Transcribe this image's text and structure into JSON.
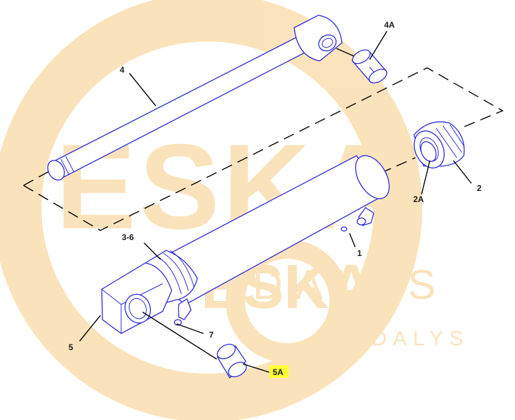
{
  "diagram": {
    "callouts": [
      {
        "id": "label-4a",
        "text": "4A",
        "highlight": false
      },
      {
        "id": "label-4",
        "text": "4",
        "highlight": false
      },
      {
        "id": "label-2",
        "text": "2",
        "highlight": false
      },
      {
        "id": "label-2a",
        "text": "2A",
        "highlight": false
      },
      {
        "id": "label-1",
        "text": "1",
        "highlight": false
      },
      {
        "id": "label-3-6",
        "text": "3-6",
        "highlight": false
      },
      {
        "id": "label-7",
        "text": "7",
        "highlight": false
      },
      {
        "id": "label-5",
        "text": "5",
        "highlight": false
      },
      {
        "id": "label-5a",
        "text": "5A",
        "highlight": true
      }
    ],
    "highlight_color": "#ffff33"
  },
  "watermark": {
    "logo_large": "ESKA",
    "logo_small": "ESKA",
    "sub_large": "DALYS",
    "sub_small": "DALYS",
    "color": "#f6c36a"
  },
  "colors": {
    "line_art": "#2a2ad6",
    "leader": "#000000"
  }
}
